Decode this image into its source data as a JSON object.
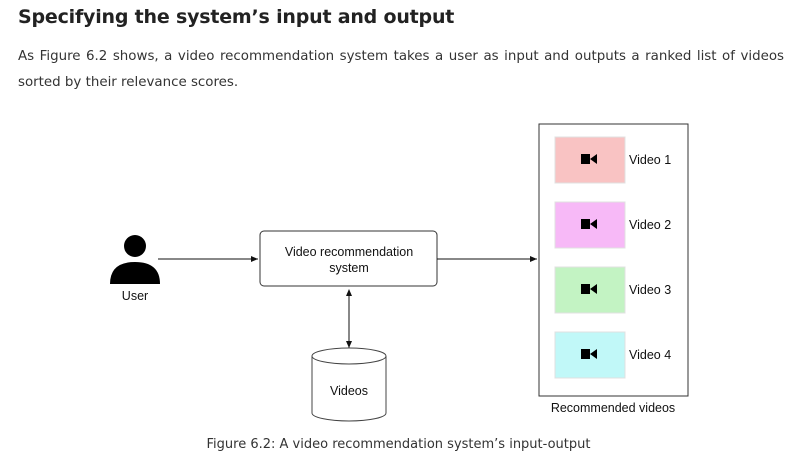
{
  "section": {
    "heading": "Specifying the system’s input and output",
    "paragraph": "As Figure 6.2 shows, a video recommendation system takes a user as input and outputs a ranked list of videos sorted by their relevance scores."
  },
  "figure": {
    "user_label": "User",
    "system_label_line1": "Video recommendation",
    "system_label_line2": "system",
    "database_label": "Videos",
    "output_label": "Recommended videos",
    "videos": [
      {
        "label": "Video 1",
        "color": "#f9c3c3",
        "icon": "video-camera-icon"
      },
      {
        "label": "Video 2",
        "color": "#f7b9f7",
        "icon": "video-camera-icon"
      },
      {
        "label": "Video 3",
        "color": "#c3f3c3",
        "icon": "video-camera-icon"
      },
      {
        "label": "Video 4",
        "color": "#c1f8f8",
        "icon": "video-camera-icon"
      }
    ],
    "caption": "Figure 6.2: A video recommendation system’s input-output"
  }
}
